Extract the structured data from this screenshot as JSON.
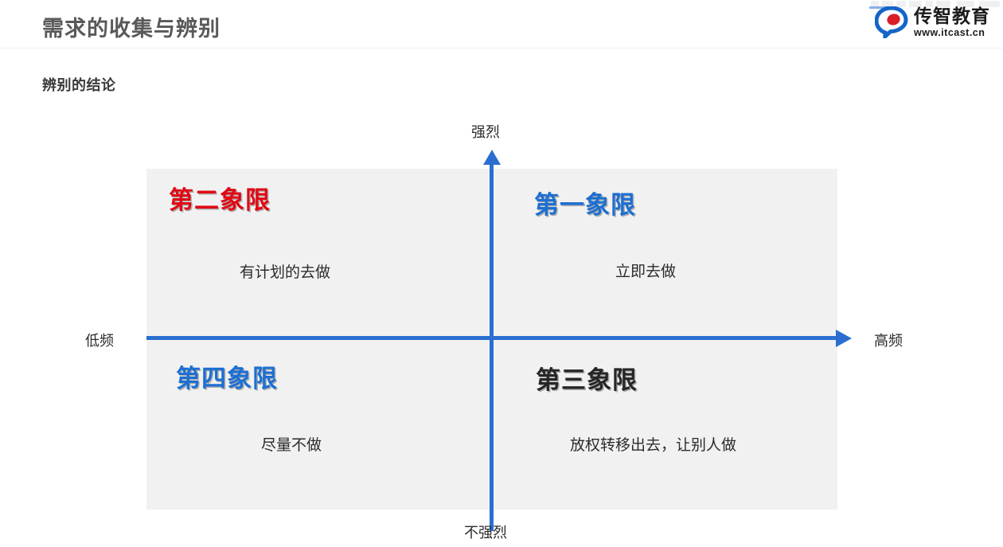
{
  "header": {
    "title": "需求的收集与辨别",
    "logo": {
      "name": "传智教育",
      "url": "www.itcast.cn",
      "mark": "itcast-logo-icon"
    }
  },
  "subtitle": "辨别的结论",
  "chart_data": {
    "type": "matrix",
    "title": "辨别的结论",
    "xlabel_left": "低频",
    "xlabel_right": "高频",
    "ylabel_top": "强烈",
    "ylabel_bottom": "不强烈",
    "axis_color": "#2a6fd0",
    "panel_color": "#f1f1f1",
    "quadrants": [
      {
        "id": "q1",
        "position": "top-right",
        "title": "第一象限",
        "desc": "立即去做",
        "color": "#1c6fd2",
        "x": "高频",
        "y": "强烈"
      },
      {
        "id": "q2",
        "position": "top-left",
        "title": "第二象限",
        "desc": "有计划的去做",
        "color": "#e00914",
        "x": "低频",
        "y": "强烈"
      },
      {
        "id": "q3",
        "position": "bottom-right",
        "title": "第三象限",
        "desc": "放权转移出去，让别人做",
        "color": "#262626",
        "x": "高频",
        "y": "不强烈"
      },
      {
        "id": "q4",
        "position": "bottom-left",
        "title": "第四象限",
        "desc": "尽量不做",
        "color": "#1c6fd2",
        "x": "低频",
        "y": "不强烈"
      }
    ]
  }
}
